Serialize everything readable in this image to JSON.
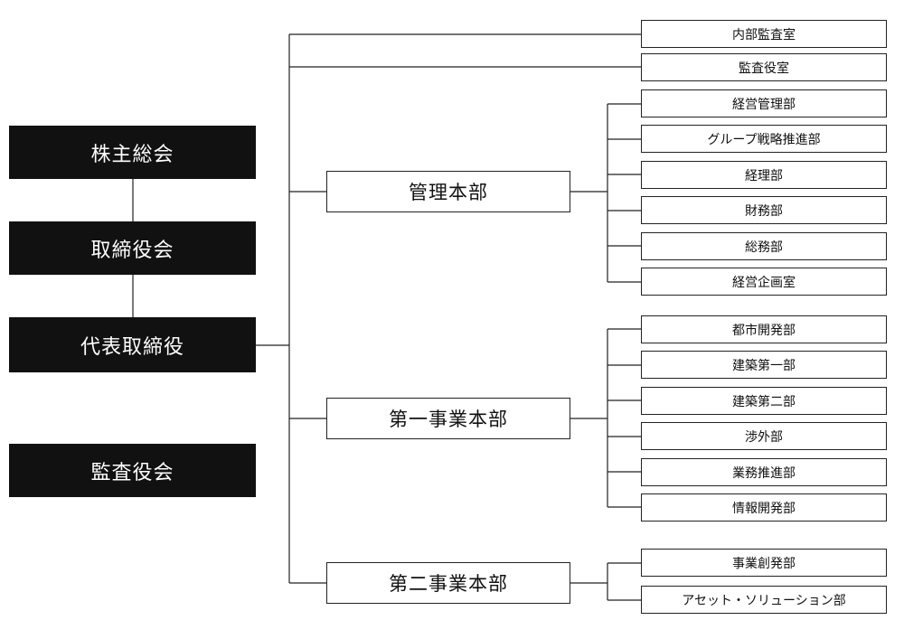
{
  "board": {
    "shareholders": "株主総会",
    "directors": "取締役会",
    "ceo": "代表取締役",
    "auditors": "監査役会"
  },
  "direct_units": [
    "内部監査室",
    "監査役室"
  ],
  "divisions": [
    {
      "name": "管理本部",
      "departments": [
        "経営管理部",
        "グループ戦略推進部",
        "経理部",
        "財務部",
        "総務部",
        "経営企画室"
      ]
    },
    {
      "name": "第一事業本部",
      "departments": [
        "都市開発部",
        "建築第一部",
        "建築第二部",
        "渉外部",
        "業務推進部",
        "情報開発部"
      ]
    },
    {
      "name": "第二事業本部",
      "departments": [
        "事業創発部",
        "アセット・ソリューション部"
      ]
    }
  ]
}
